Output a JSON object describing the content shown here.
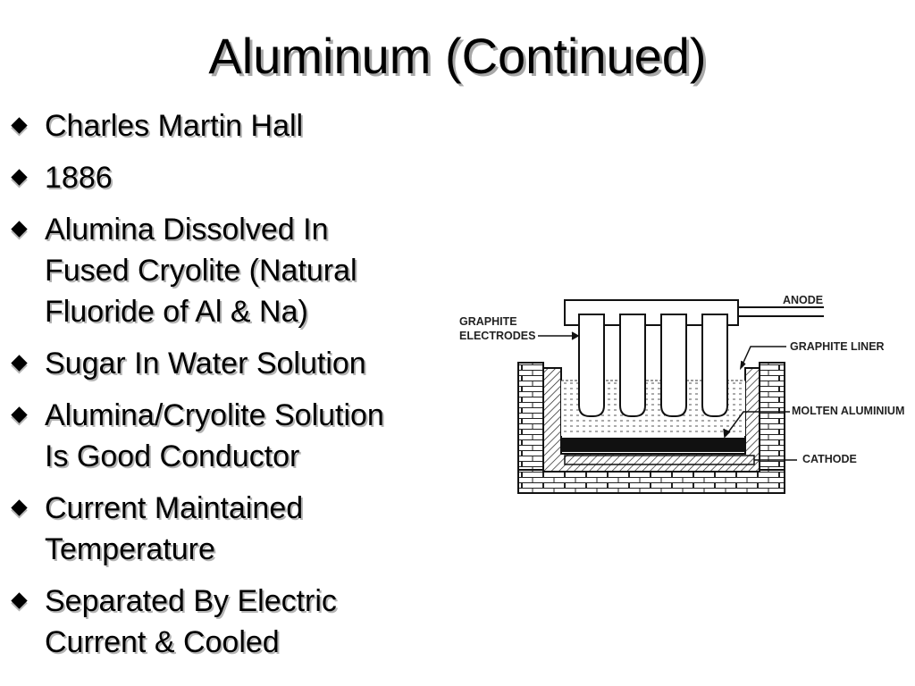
{
  "slide": {
    "title": "Aluminum (Continued)"
  },
  "bullets": [
    "Charles Martin Hall",
    "1886",
    "Alumina Dissolved In\nFused Cryolite (Natural\nFluoride of Al & Na)",
    "Sugar In Water Solution",
    "Alumina/Cryolite Solution\nIs Good Conductor",
    "Current Maintained\nTemperature",
    "Separated By Electric\nCurrent & Cooled"
  ],
  "diagram": {
    "labels": {
      "anode": "ANODE",
      "electrodes_line1": "GRAPHITE",
      "electrodes_line2": "ELECTRODES",
      "liner": "GRAPHITE LINER",
      "molten": "MOLTEN ALUMINIUM",
      "cathode": "CATHODE"
    }
  }
}
